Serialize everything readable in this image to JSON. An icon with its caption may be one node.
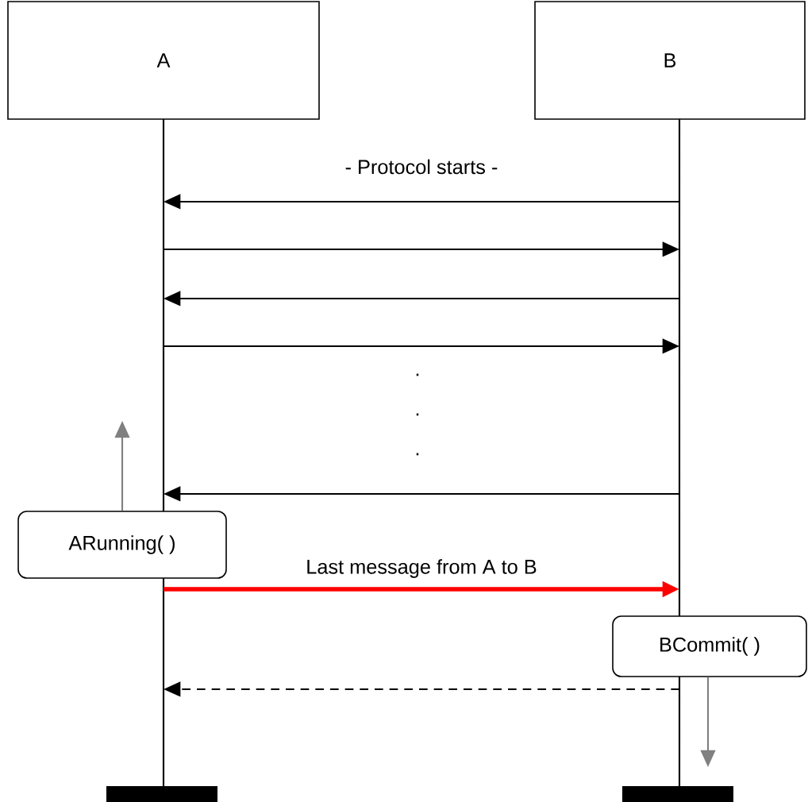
{
  "diagram": {
    "nodes": [
      {
        "text": [
          "A"
        ]
      },
      {
        "text": [
          "B"
        ]
      },
      {
        "text": [],
        "shape": "line"
      },
      {
        "text": [],
        "shape": "line"
      },
      {
        "text": [
          "ARunning( )"
        ]
      },
      {
        "text": [
          "BCommit( )"
        ]
      }
    ],
    "edges": [
      {
        "from": 3,
        "to": 2,
        "arrow": "to",
        "label": "- Protocol starts -"
      },
      {
        "from": 2,
        "to": 3,
        "arrow": "to"
      },
      {
        "from": 3,
        "to": 2,
        "arrow": "to"
      },
      {
        "from": 2,
        "to": 3,
        "arrow": "to"
      },
      {
        "from": 3,
        "to": 2,
        "arrow": "to"
      },
      {
        "from": 2,
        "to": 3,
        "arrow": "to",
        "label": "Last message from A to B",
        "style": "thick",
        "color": "#ff0000"
      },
      {
        "from": 3,
        "to": 2,
        "arrow": "to",
        "style": "dashed"
      },
      {
        "from": 4,
        "to": null,
        "arrow": "to",
        "color": "#808080"
      },
      {
        "from": 5,
        "to": null,
        "arrow": "to",
        "color": "#808080"
      }
    ],
    "labels": [
      ".",
      ".",
      "."
    ]
  }
}
